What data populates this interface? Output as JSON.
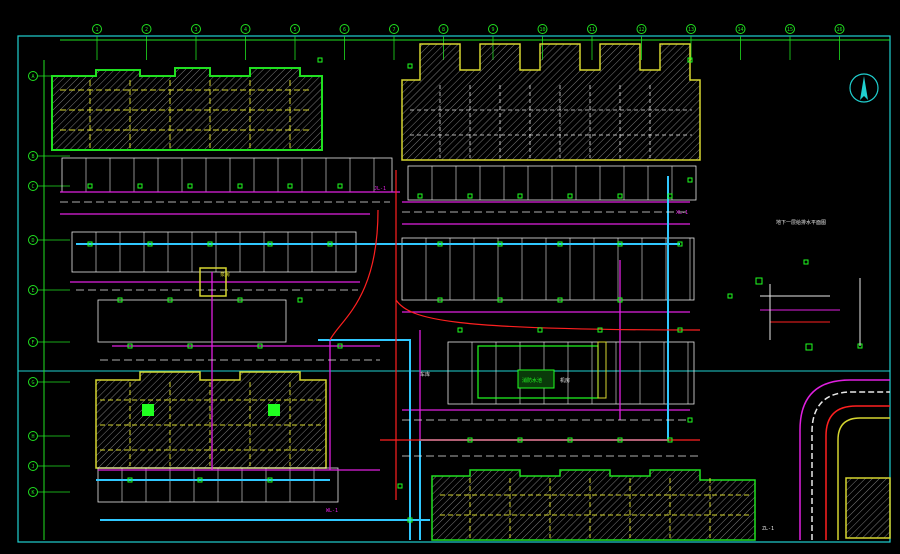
{
  "drawing": {
    "background": "#000000",
    "colors": {
      "frame": "#20d0d0",
      "grid": "#20e020",
      "wall": "#d6d630",
      "hatch": "#8a8a8a",
      "magenta_pipe": "#e020e0",
      "cyan_pipe": "#30c8ff",
      "red_pipe": "#ff2020",
      "white_line": "#e8e8e8",
      "green_fixture": "#20ff20"
    },
    "north_arrow_icon": "north-arrow-icon",
    "grid_labels_top": [
      "1",
      "2",
      "3",
      "4",
      "5",
      "6",
      "7",
      "8",
      "9",
      "10",
      "11",
      "12",
      "13",
      "14",
      "15",
      "16"
    ],
    "grid_labels_left": [
      "A",
      "B",
      "C",
      "D",
      "E",
      "F",
      "G",
      "H",
      "J",
      "K"
    ],
    "labels": {
      "legend_title": "地下一层给排水平面图",
      "room_1": "泵房",
      "room_2": "消防水池",
      "room_3": "机房",
      "room_4": "车库",
      "pipe_1": "JL-1",
      "pipe_2": "XL-1",
      "pipe_3": "WL-1",
      "pipe_4": "ZL-1"
    }
  }
}
